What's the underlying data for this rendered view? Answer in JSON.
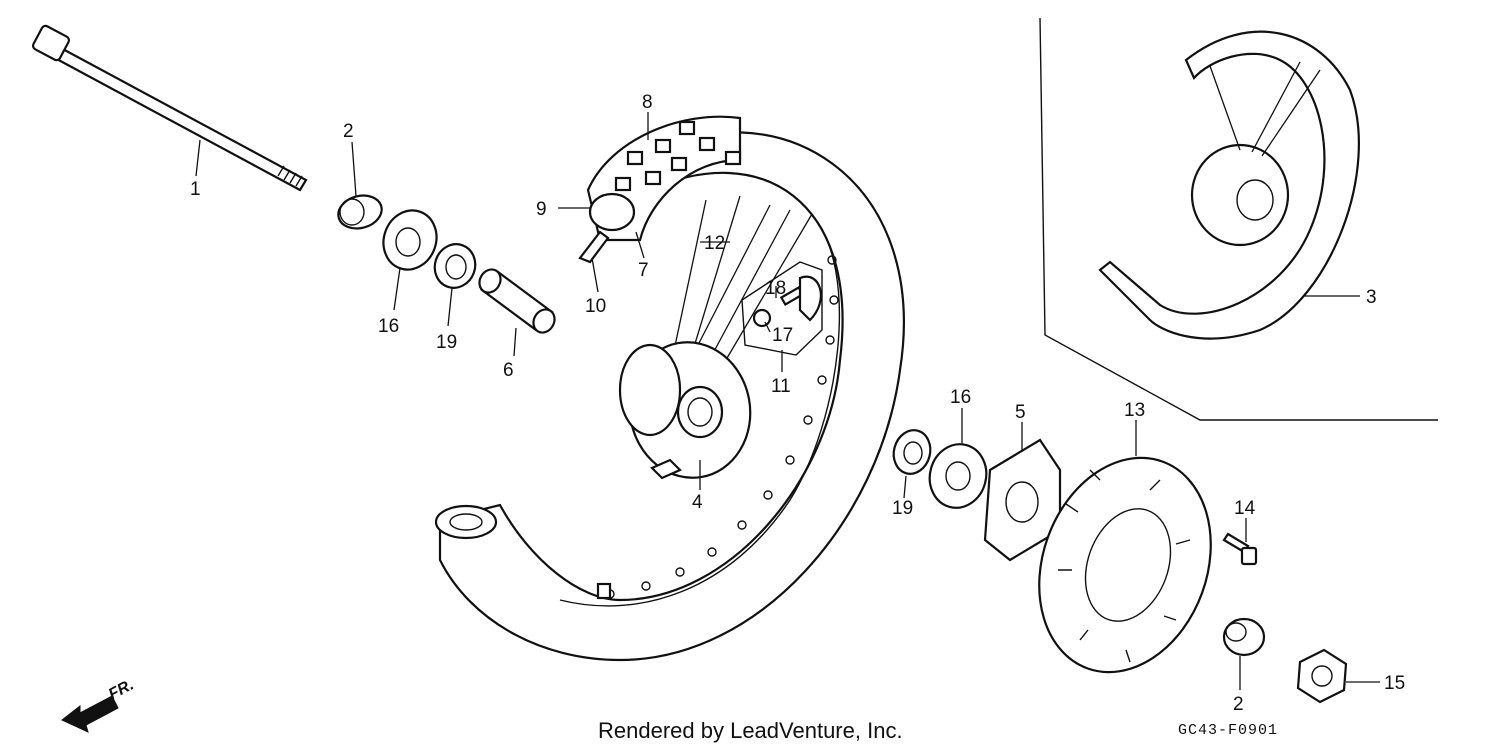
{
  "diagram": {
    "callouts": [
      "1",
      "2",
      "16",
      "19",
      "6",
      "8",
      "9",
      "12",
      "7",
      "10",
      "18",
      "17",
      "11",
      "4",
      "3",
      "16",
      "5",
      "13",
      "19",
      "14",
      "2",
      "15"
    ],
    "front_indicator": "FR.",
    "credit": "Rendered by LeadVenture, Inc.",
    "code": "GC43-F0901"
  }
}
